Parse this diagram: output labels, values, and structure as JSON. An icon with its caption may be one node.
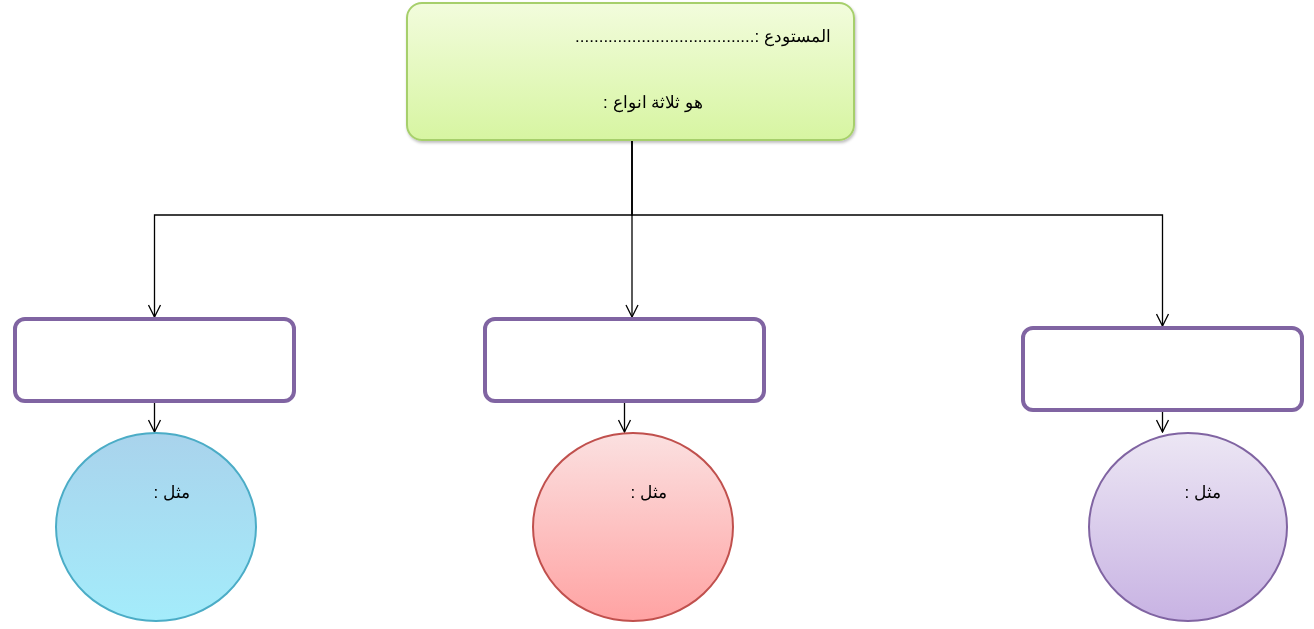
{
  "diagram": {
    "nodes": [
      {
        "text": [
          "المستودع :......................................",
          "هو ثلاثة انواع :"
        ]
      },
      {
        "text": [],
        "shape": "box"
      },
      {
        "text": [],
        "shape": "box"
      },
      {
        "text": [],
        "shape": "box"
      },
      {
        "text": [
          "مثل :"
        ]
      },
      {
        "text": [
          "مثل :"
        ]
      },
      {
        "text": [
          "مثل :"
        ]
      }
    ],
    "edges": [
      {
        "from": 0,
        "to": 1,
        "arrow": "to"
      },
      {
        "from": 0,
        "to": 2,
        "arrow": "to"
      },
      {
        "from": 0,
        "to": 3,
        "arrow": "to"
      },
      {
        "from": 1,
        "to": 4,
        "arrow": "to"
      },
      {
        "from": 2,
        "to": 5,
        "arrow": "to"
      },
      {
        "from": 3,
        "to": 6,
        "arrow": "to"
      }
    ]
  }
}
